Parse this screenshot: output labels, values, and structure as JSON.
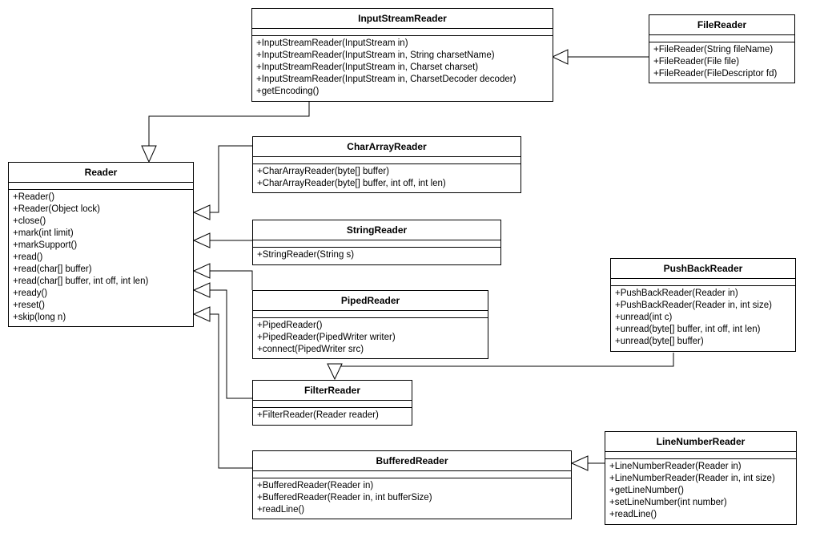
{
  "classes": {
    "input_stream_reader": {
      "name": "InputStreamReader",
      "operations": [
        "+InputStreamReader(InputStream in)",
        "+InputStreamReader(InputStream in, String charsetName)",
        "+InputStreamReader(InputStream in, Charset charset)",
        "+InputStreamReader(InputStream in, CharsetDecoder decoder)",
        "+getEncoding()"
      ]
    },
    "file_reader": {
      "name": "FileReader",
      "operations": [
        "+FileReader(String fileName)",
        "+FileReader(File file)",
        "+FileReader(FileDescriptor fd)"
      ]
    },
    "reader": {
      "name": "Reader",
      "operations": [
        "+Reader()",
        "+Reader(Object lock)",
        "+close()",
        "+mark(int limit)",
        "+markSupport()",
        "+read()",
        "+read(char[] buffer)",
        "+read(char[] buffer, int off, int len)",
        "+ready()",
        "+reset()",
        "+skip(long n)"
      ]
    },
    "char_array_reader": {
      "name": "CharArrayReader",
      "operations": [
        "+CharArrayReader(byte[] buffer)",
        "+CharArrayReader(byte[] buffer, int off, int len)"
      ]
    },
    "string_reader": {
      "name": "StringReader",
      "operations": [
        "+StringReader(String s)"
      ]
    },
    "push_back_reader": {
      "name": "PushBackReader",
      "operations": [
        "+PushBackReader(Reader in)",
        "+PushBackReader(Reader in, int size)",
        "+unread(int c)",
        "+unread(byte[] buffer, int off, int len)",
        "+unread(byte[] buffer)"
      ]
    },
    "piped_reader": {
      "name": "PipedReader",
      "operations": [
        "+PipedReader()",
        "+PipedReader(PipedWriter writer)",
        "+connect(PipedWriter src)"
      ]
    },
    "filter_reader": {
      "name": "FilterReader",
      "operations": [
        "+FilterReader(Reader reader)"
      ]
    },
    "buffered_reader": {
      "name": "BufferedReader",
      "operations": [
        "+BufferedReader(Reader in)",
        "+BufferedReader(Reader in, int bufferSize)",
        "+readLine()"
      ]
    },
    "line_number_reader": {
      "name": "LineNumberReader",
      "operations": [
        "+LineNumberReader(Reader in)",
        "+LineNumberReader(Reader in, int size)",
        "+getLineNumber()",
        "+setLineNumber(int number)",
        "+readLine()"
      ]
    }
  },
  "generalizations": [
    {
      "from": "file_reader",
      "to": "input_stream_reader"
    },
    {
      "from": "input_stream_reader",
      "to": "reader"
    },
    {
      "from": "char_array_reader",
      "to": "reader"
    },
    {
      "from": "string_reader",
      "to": "reader"
    },
    {
      "from": "piped_reader",
      "to": "reader"
    },
    {
      "from": "filter_reader",
      "to": "reader"
    },
    {
      "from": "buffered_reader",
      "to": "reader"
    },
    {
      "from": "push_back_reader",
      "to": "filter_reader"
    },
    {
      "from": "line_number_reader",
      "to": "buffered_reader"
    }
  ]
}
